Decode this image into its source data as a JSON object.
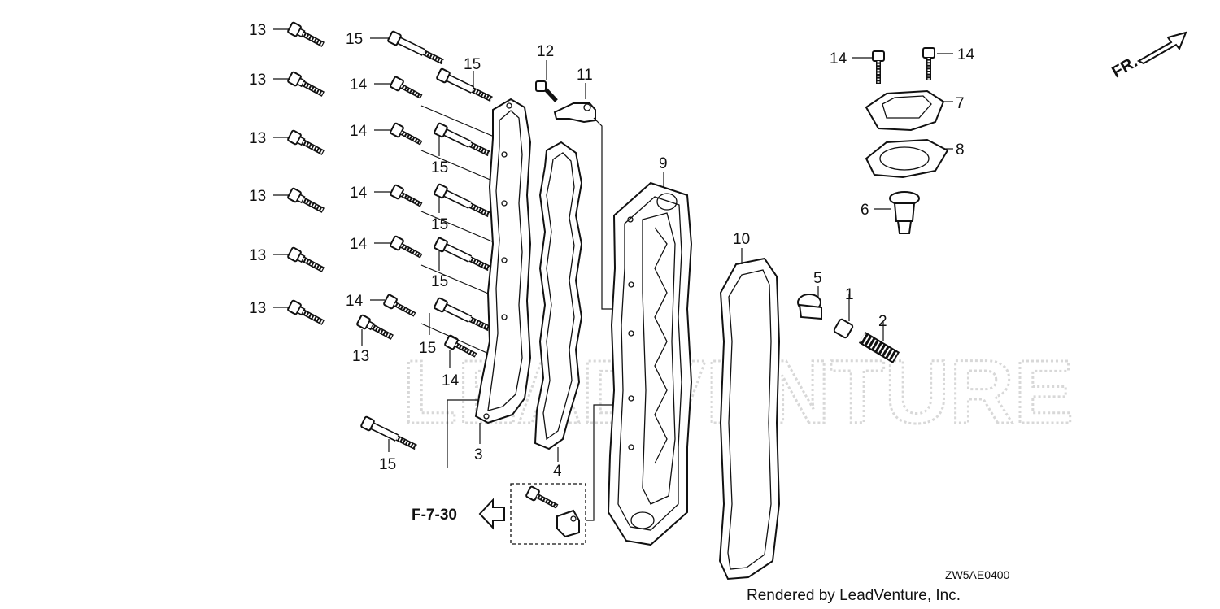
{
  "diagram": {
    "watermark": "LEADVENTURE",
    "direction_label": "FR.",
    "reference_label": "F-7-30",
    "diagram_code": "ZW5AE0400",
    "credit": "Rendered by LeadVenture, Inc.",
    "callouts": {
      "c1": "1",
      "c2": "2",
      "c3": "3",
      "c4": "4",
      "c5": "5",
      "c6": "6",
      "c7": "7",
      "c8": "8",
      "c9": "9",
      "c10": "10",
      "c11": "11",
      "c12": "12",
      "c13a": "13",
      "c13b": "13",
      "c13c": "13",
      "c13d": "13",
      "c13e": "13",
      "c13f": "13",
      "c13g": "13",
      "c14a": "14",
      "c14b": "14",
      "c14c": "14",
      "c14d": "14",
      "c14e": "14",
      "c14f": "14",
      "c14g": "14",
      "c14h": "14",
      "c15a": "15",
      "c15b": "15",
      "c15c": "15",
      "c15d": "15",
      "c15e": "15",
      "c15f": "15",
      "c15g": "15"
    }
  }
}
